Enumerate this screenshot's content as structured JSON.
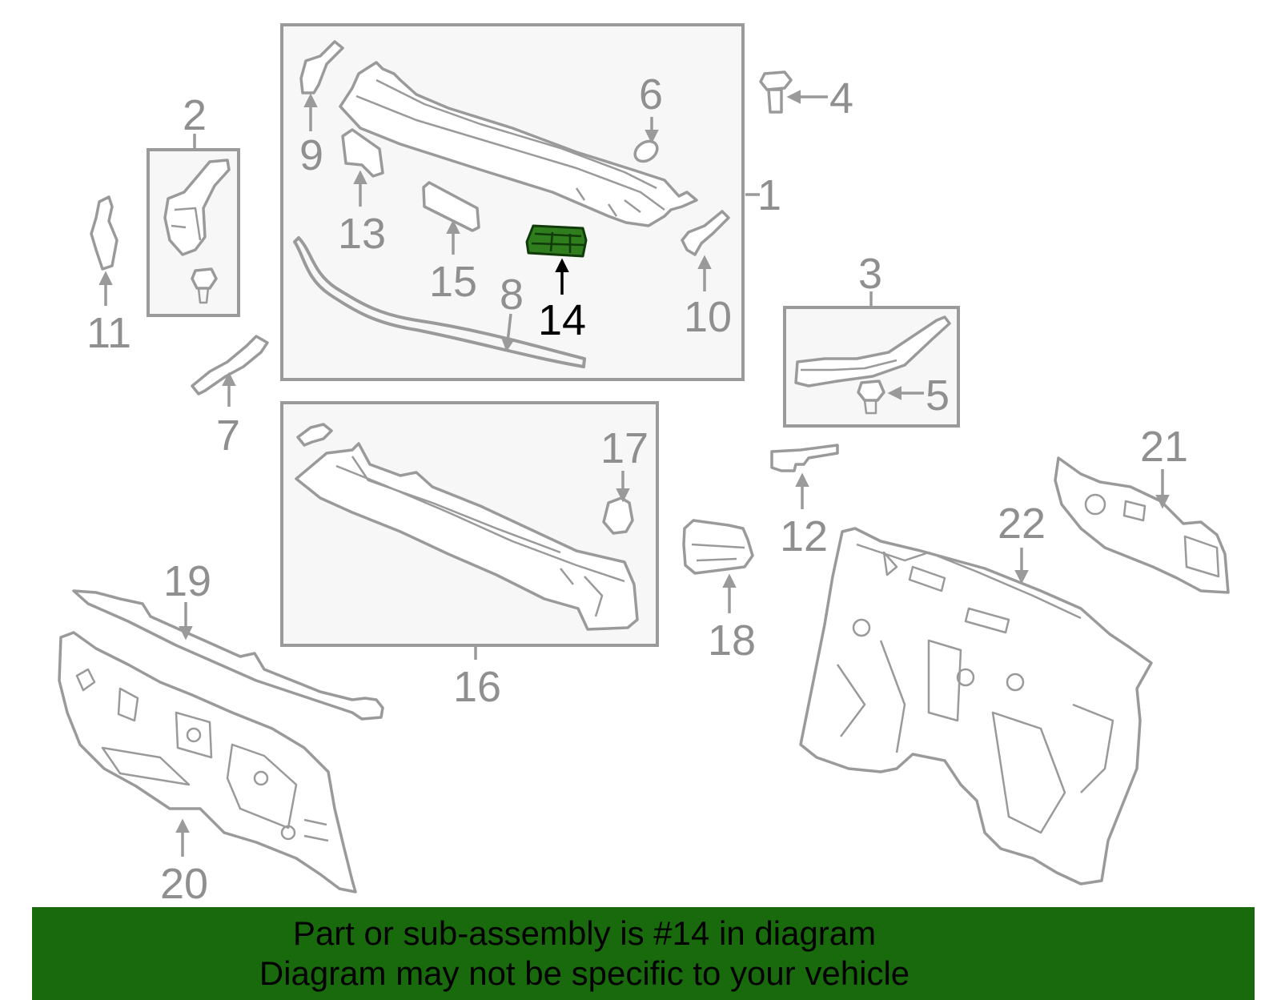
{
  "diagram": {
    "highlighted_part": "14",
    "highlight_color": "#2f7d1c",
    "line_color": "#9a9a9a",
    "labels": {
      "n1": "1",
      "n2": "2",
      "n3": "3",
      "n4": "4",
      "n5": "5",
      "n6": "6",
      "n7": "7",
      "n8": "8",
      "n9": "9",
      "n10": "10",
      "n11": "11",
      "n12": "12",
      "n13": "13",
      "n14": "14",
      "n15": "15",
      "n16": "16",
      "n17": "17",
      "n18": "18",
      "n19": "19",
      "n20": "20",
      "n21": "21",
      "n22": "22"
    }
  },
  "banner": {
    "line1": "Part or sub-assembly is #14 in diagram",
    "line2": "Diagram may not be specific to your vehicle",
    "background": "#186a0c"
  }
}
